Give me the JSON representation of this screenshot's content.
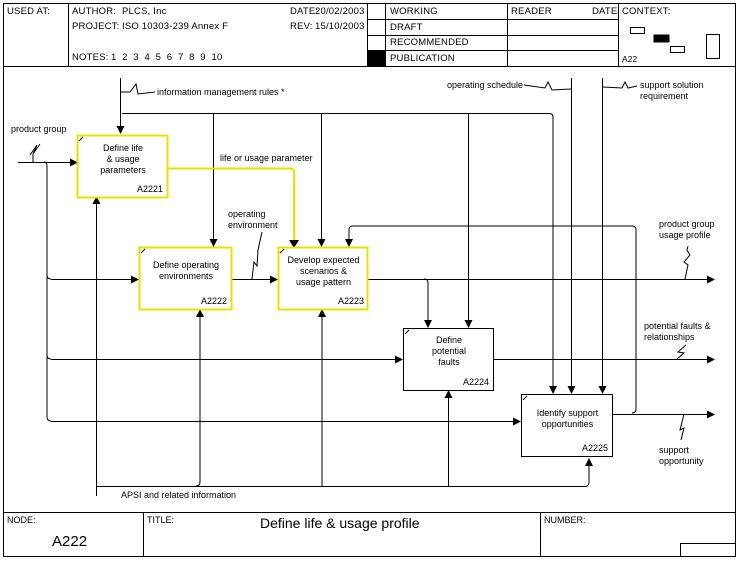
{
  "header": {
    "used_at_label": "USED AT:",
    "author_label": "AUTHOR:",
    "author_value": "PLCS, Inc",
    "project_label": "PROJECT:",
    "project_value": "ISO 10303-239 Annex F",
    "notes_label": "NOTES:",
    "notes_numbers": "1  2  3  4  5  6  7  8  9  10",
    "date_label": "DATE:",
    "date_value": "20/02/2003",
    "rev_label": "REV:",
    "rev_value": "15/10/2003",
    "status": [
      {
        "label": "WORKING",
        "checked": false
      },
      {
        "label": "DRAFT",
        "checked": false
      },
      {
        "label": "RECOMMENDED",
        "checked": false
      },
      {
        "label": "PUBLICATION",
        "checked": true
      }
    ],
    "reader_label": "READER",
    "reader_date_label": "DATE",
    "context_label": "CONTEXT:",
    "context_node": "A22"
  },
  "diagram": {
    "highlight_color": "#e8e000",
    "activities": [
      {
        "id": "A2221",
        "label_lines": [
          "Define life",
          "& usage",
          "parameters"
        ],
        "highlighted": true
      },
      {
        "id": "A2222",
        "label_lines": [
          "Define operating",
          "environments"
        ],
        "highlighted": true
      },
      {
        "id": "A2223",
        "label_lines": [
          "Develop expected",
          "scenarios &",
          "usage pattern"
        ],
        "highlighted": true
      },
      {
        "id": "A2224",
        "label_lines": [
          "Define",
          "potential",
          "faults"
        ],
        "highlighted": false
      },
      {
        "id": "A2225",
        "label_lines": [
          "Identify support",
          "opportunities"
        ],
        "highlighted": false
      }
    ],
    "arrows": {
      "information_management_rules": "information management rules *",
      "product_group": "product group",
      "life_or_usage_parameter": "life or usage parameter",
      "operating_environment_1": "operating",
      "operating_environment_2": "environment",
      "operating_schedule": "operating schedule",
      "support_solution_requirement_1": "support solution",
      "support_solution_requirement_2": "requirement",
      "product_group_usage_profile_1": "product group",
      "product_group_usage_profile_2": "usage profile",
      "potential_faults_1": "potential faults &",
      "potential_faults_2": "relationships",
      "support_opportunity_1": "support",
      "support_opportunity_2": "opportunity",
      "apsi": "APSI and related information"
    }
  },
  "footer": {
    "node_label": "NODE:",
    "node_value": "A222",
    "title_label": "TITLE:",
    "title_value": "Define life & usage profile",
    "number_label": "NUMBER:"
  }
}
